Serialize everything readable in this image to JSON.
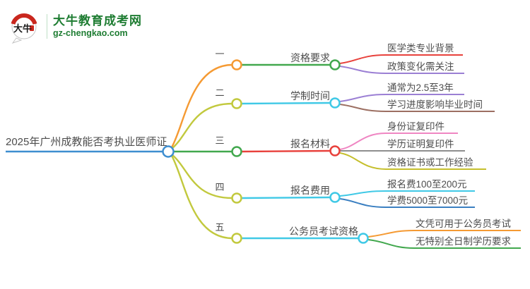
{
  "brand": {
    "logo_text": "大牛",
    "name": "大牛教育成考网",
    "domain": "gz-chengkao.com",
    "green": "#1f7d33"
  },
  "title": {
    "label": "2025年广州成教能否考执业医师证"
  },
  "colors": {
    "blue": "#3e8ed0",
    "orange": "#f59a33",
    "yellowgreen": "#c2c93e",
    "green": "#42a84e",
    "cyan": "#40c9e6",
    "red": "#e8413c",
    "purple": "#9b7fd4",
    "brown": "#9c6f62",
    "pink": "#ef86c3",
    "gray": "#8e8e8e",
    "olive": "#c5bf2d",
    "darkblue": "#3a7fc1",
    "text": "#4d4d4d",
    "sealred": "#c9271e"
  },
  "branches": [
    {
      "num": "一",
      "label": "资格要求",
      "children": [
        {
          "label": "医学类专业背景"
        },
        {
          "label": "政策变化需关注"
        }
      ]
    },
    {
      "num": "二",
      "label": "学制时间",
      "children": [
        {
          "label": "通常为2.5至3年"
        },
        {
          "label": "学习进度影响毕业时间"
        }
      ]
    },
    {
      "num": "三",
      "label": "报名材料",
      "children": [
        {
          "label": "身份证复印件"
        },
        {
          "label": "学历证明复印件"
        },
        {
          "label": "资格证书或工作经验"
        }
      ]
    },
    {
      "num": "四",
      "label": "报名费用",
      "children": [
        {
          "label": "报名费100至200元"
        },
        {
          "label": "学费5000至7000元"
        }
      ]
    },
    {
      "num": "五",
      "label": "公务员考试资格",
      "children": [
        {
          "label": "文凭可用于公务员考试"
        },
        {
          "label": "无特别全日制学历要求"
        }
      ]
    }
  ]
}
